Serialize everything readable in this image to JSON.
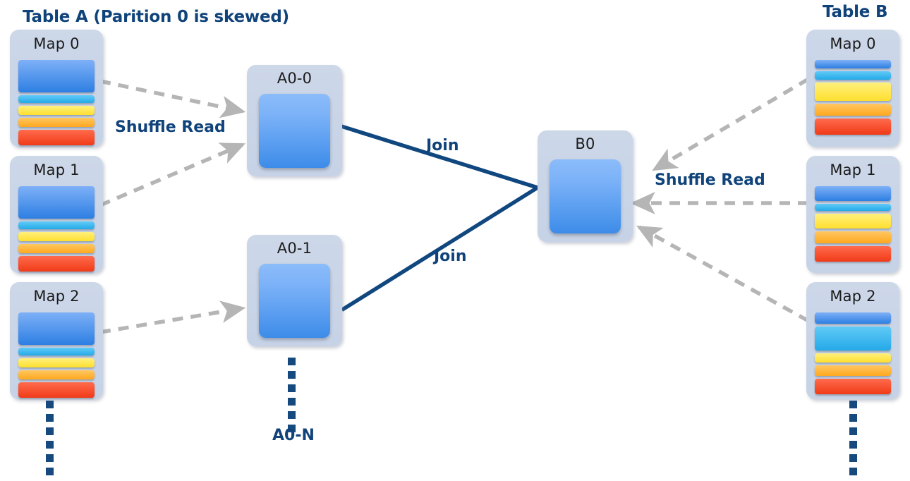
{
  "diagram": {
    "title_left": "Table A (Parition 0 is skewed)",
    "title_right": "Table B",
    "background": "#ffffff",
    "accent_navy": "#10437a",
    "arrow_gray": "#b8b8b8"
  },
  "labels": {
    "shuffle_read_left": "Shuffle Read",
    "shuffle_read_right": "Shuffle Read",
    "join_top": "Join",
    "join_bottom": "Join",
    "a0_n": "A0-N"
  },
  "table_a": {
    "title": "Table A (Parition 0 is skewed)",
    "maps": [
      {
        "name": "Map 0",
        "bars": [
          {
            "color_name": "blue",
            "color": "#2d7fe3",
            "height": 46
          },
          {
            "color_name": "light-blue",
            "color": "#24a9e8",
            "height": 11
          },
          {
            "color_name": "yellow",
            "color": "#ffdf2e",
            "height": 13
          },
          {
            "color_name": "orange",
            "color": "#ffa81f",
            "height": 13
          },
          {
            "color_name": "red",
            "color": "#f03b18",
            "height": 22
          }
        ]
      },
      {
        "name": "Map 1",
        "bars": [
          {
            "color_name": "blue",
            "color": "#2d7fe3",
            "height": 46
          },
          {
            "color_name": "light-blue",
            "color": "#24a9e8",
            "height": 11
          },
          {
            "color_name": "yellow",
            "color": "#ffdf2e",
            "height": 13
          },
          {
            "color_name": "orange",
            "color": "#ffa81f",
            "height": 13
          },
          {
            "color_name": "red",
            "color": "#f03b18",
            "height": 22
          }
        ]
      },
      {
        "name": "Map 2",
        "bars": [
          {
            "color_name": "blue",
            "color": "#2d7fe3",
            "height": 46
          },
          {
            "color_name": "light-blue",
            "color": "#24a9e8",
            "height": 11
          },
          {
            "color_name": "yellow",
            "color": "#ffdf2e",
            "height": 13
          },
          {
            "color_name": "orange",
            "color": "#ffa81f",
            "height": 13
          },
          {
            "color_name": "red",
            "color": "#f03b18",
            "height": 22
          }
        ]
      }
    ],
    "continuation_dots": 6
  },
  "table_b": {
    "title": "Table B",
    "maps": [
      {
        "name": "Map 0",
        "bars": [
          {
            "color_name": "blue",
            "color": "#2d7fe3",
            "height": 12
          },
          {
            "color_name": "light-blue",
            "color": "#24a9e8",
            "height": 12
          },
          {
            "color_name": "yellow",
            "color": "#ffdf2e",
            "height": 26
          },
          {
            "color_name": "orange",
            "color": "#ffa81f",
            "height": 17
          },
          {
            "color_name": "red",
            "color": "#f03b18",
            "height": 23
          }
        ]
      },
      {
        "name": "Map 1",
        "bars": [
          {
            "color_name": "blue",
            "color": "#2d7fe3",
            "height": 21
          },
          {
            "color_name": "light-blue",
            "color": "#24a9e8",
            "height": 10
          },
          {
            "color_name": "yellow",
            "color": "#ffdf2e",
            "height": 21
          },
          {
            "color_name": "orange",
            "color": "#ffa81f",
            "height": 17
          },
          {
            "color_name": "red",
            "color": "#f03b18",
            "height": 22
          }
        ]
      },
      {
        "name": "Map 2",
        "bars": [
          {
            "color_name": "blue",
            "color": "#2d7fe3",
            "height": 16
          },
          {
            "color_name": "light-blue",
            "color": "#24a9e8",
            "height": 34
          },
          {
            "color_name": "yellow",
            "color": "#ffdf2e",
            "height": 13
          },
          {
            "color_name": "orange",
            "color": "#ffa81f",
            "height": 15
          },
          {
            "color_name": "red",
            "color": "#f03b18",
            "height": 22
          }
        ]
      }
    ],
    "continuation_dots": 6
  },
  "partitions_a": {
    "nodes": [
      {
        "name": "A0-0"
      },
      {
        "name": "A0-1"
      }
    ],
    "continuation_dots": 6,
    "continuation_label": "A0-N"
  },
  "partitions_b": {
    "nodes": [
      {
        "name": "B0"
      }
    ]
  },
  "edges": {
    "shuffle_read_left": [
      {
        "from": "Map 0",
        "to": "A0-0",
        "style": "dashed",
        "color": "#b8b8b8"
      },
      {
        "from": "Map 1",
        "to": "A0-0",
        "style": "dashed",
        "color": "#b8b8b8"
      },
      {
        "from": "Map 2",
        "to": "A0-1",
        "style": "dashed",
        "color": "#b8b8b8"
      }
    ],
    "shuffle_read_right": [
      {
        "from": "Map 0",
        "to": "B0",
        "style": "dashed",
        "color": "#b8b8b8"
      },
      {
        "from": "Map 1",
        "to": "B0",
        "style": "dashed",
        "color": "#b8b8b8"
      },
      {
        "from": "Map 2",
        "to": "B0",
        "style": "dashed",
        "color": "#b8b8b8"
      }
    ],
    "joins": [
      {
        "from": "A0-0",
        "to": "B0",
        "label": "Join",
        "style": "solid",
        "color": "#10477f"
      },
      {
        "from": "A0-1",
        "to": "B0",
        "label": "Join",
        "style": "solid",
        "color": "#10477f"
      }
    ]
  }
}
